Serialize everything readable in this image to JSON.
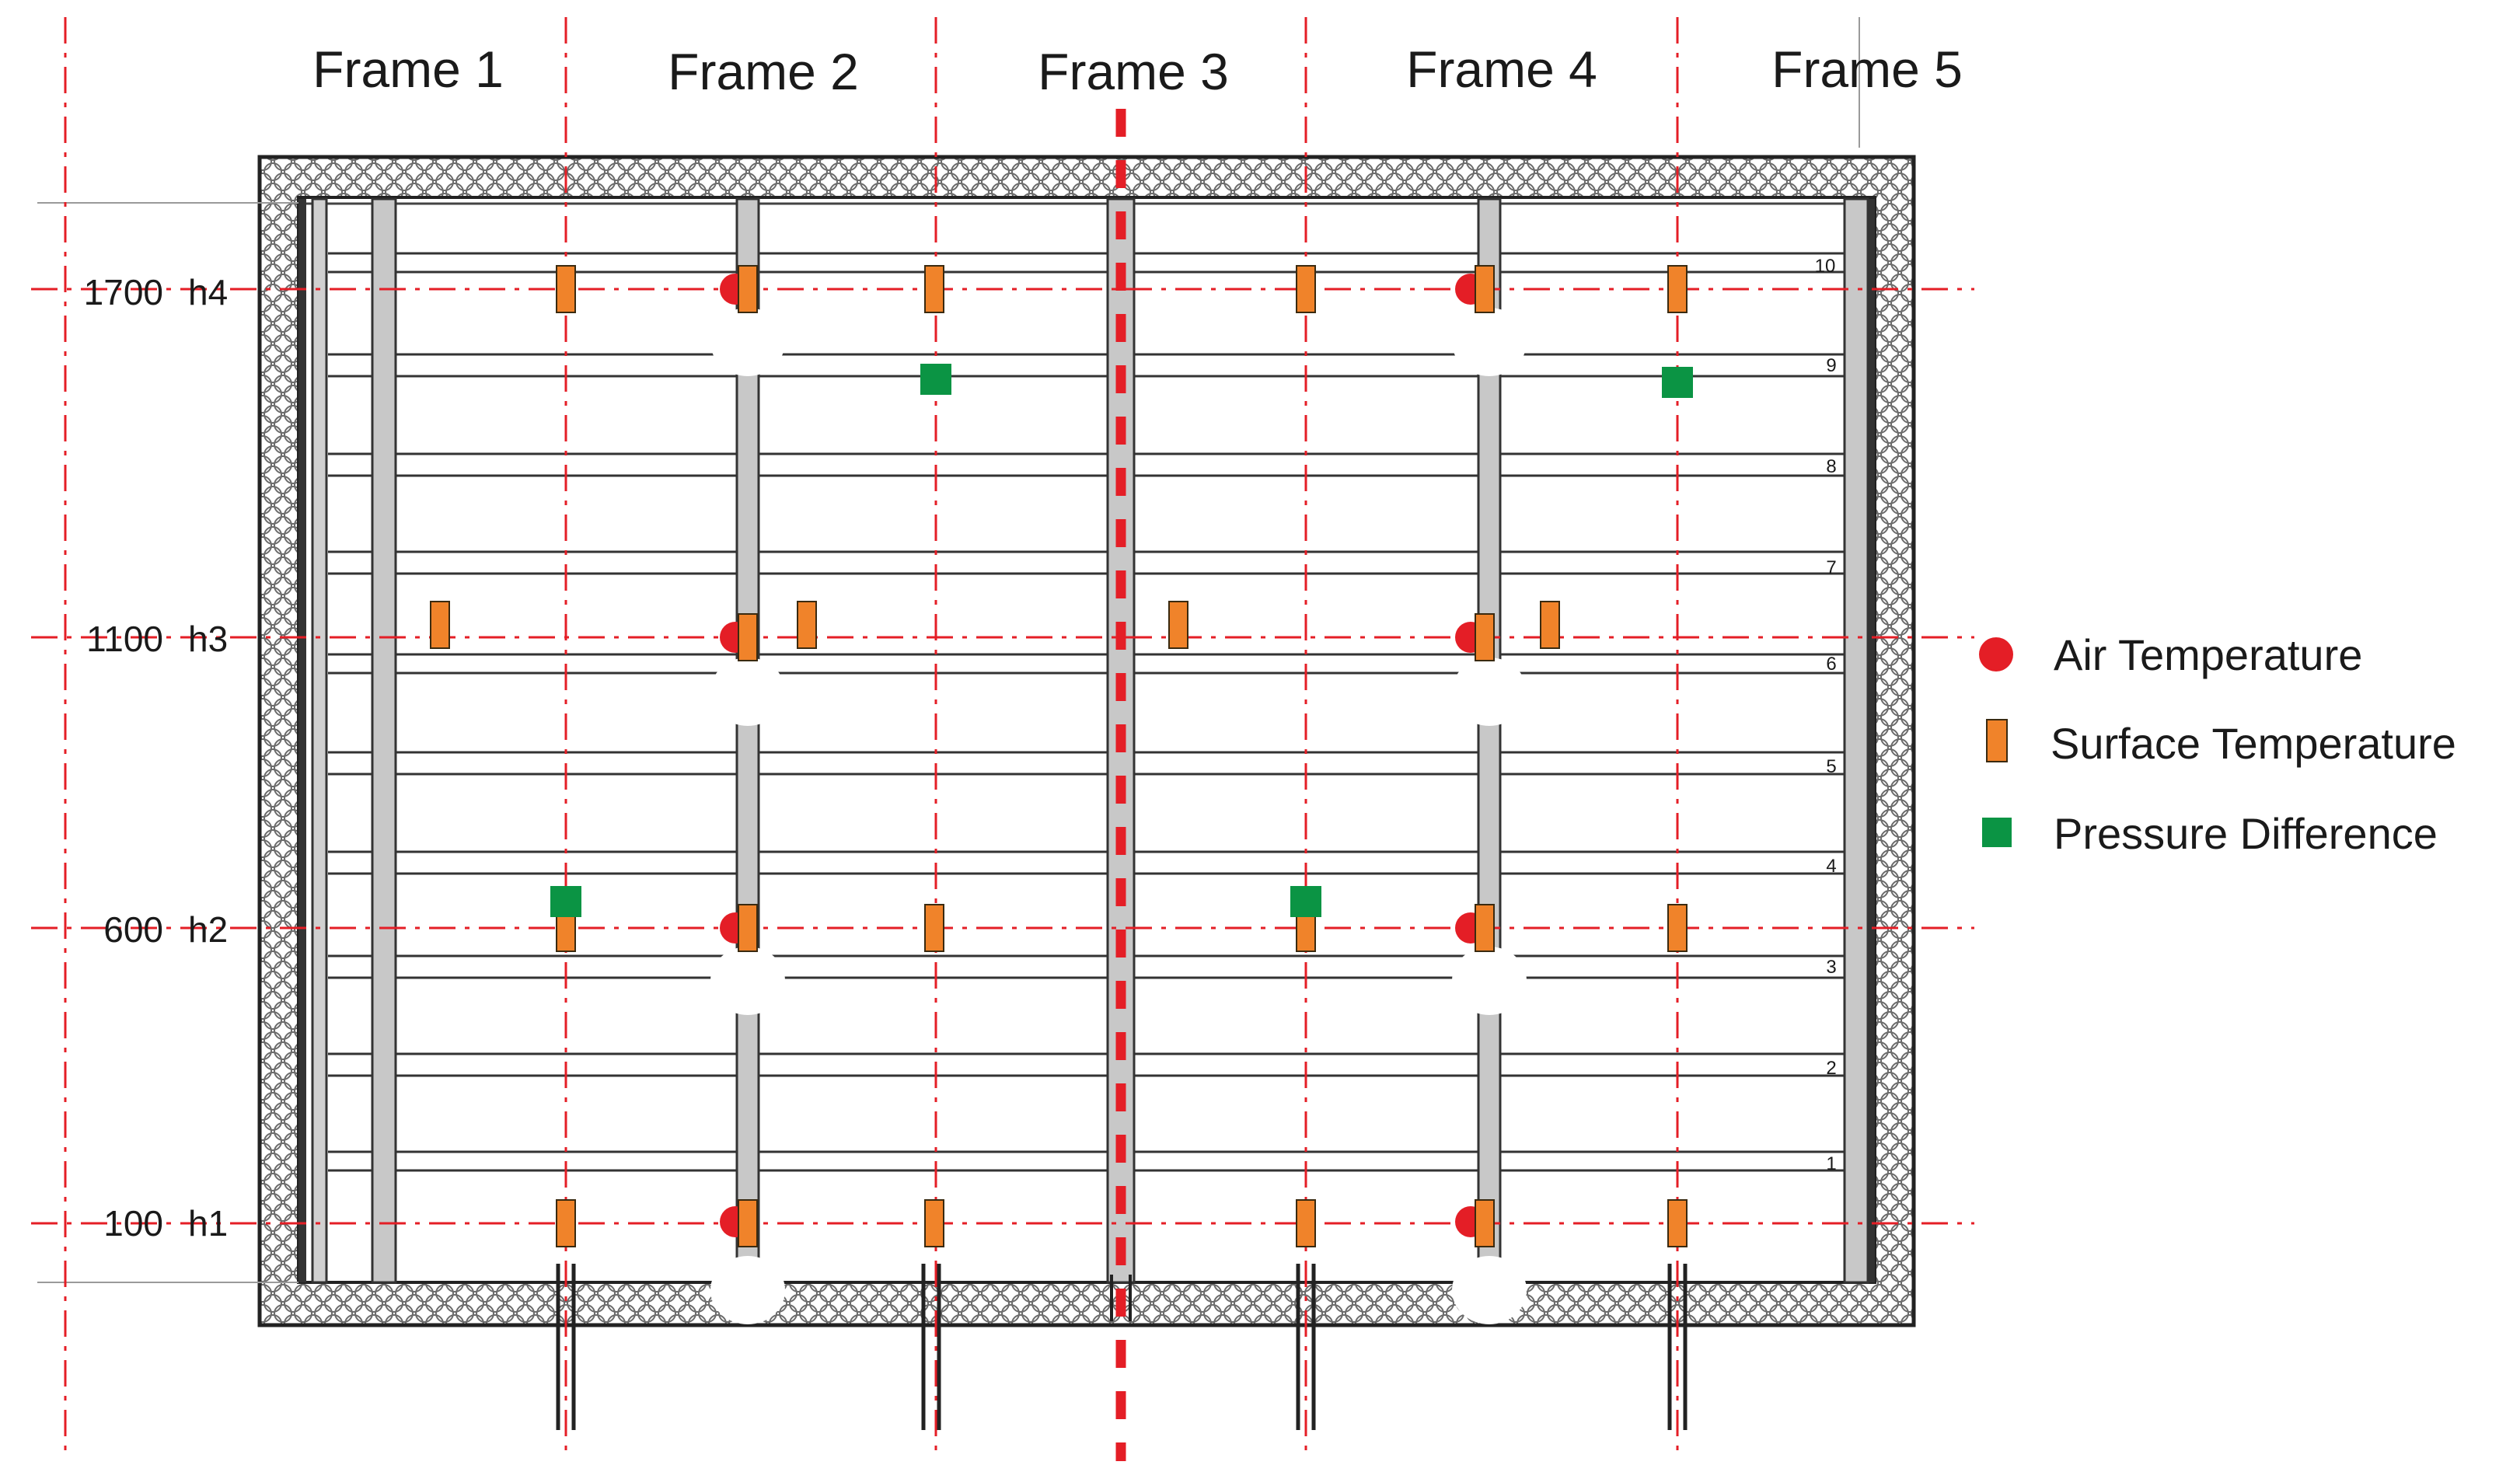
{
  "frames": [
    "Frame 1",
    "Frame 2",
    "Frame 3",
    "Frame 4",
    "Frame 5"
  ],
  "heights": [
    {
      "value": "1700",
      "name": "h4"
    },
    {
      "value": "1100",
      "name": "h3"
    },
    {
      "value": "600",
      "name": "h2"
    },
    {
      "value": "100",
      "name": "h1"
    }
  ],
  "ribs": [
    "1",
    "2",
    "3",
    "4",
    "5",
    "6",
    "7",
    "8",
    "9",
    "10"
  ],
  "legend": {
    "air": "Air Temperature",
    "surface": "Surface Temperature",
    "pressure": "Pressure Difference"
  },
  "colors": {
    "air": "#e41e26",
    "surface": "#f0832a",
    "pressure": "#0b9444",
    "guide": "#e41e26",
    "structure": "#333333"
  },
  "icons": {
    "air": "red-circle",
    "surface": "orange-rectangle",
    "pressure": "green-square"
  }
}
